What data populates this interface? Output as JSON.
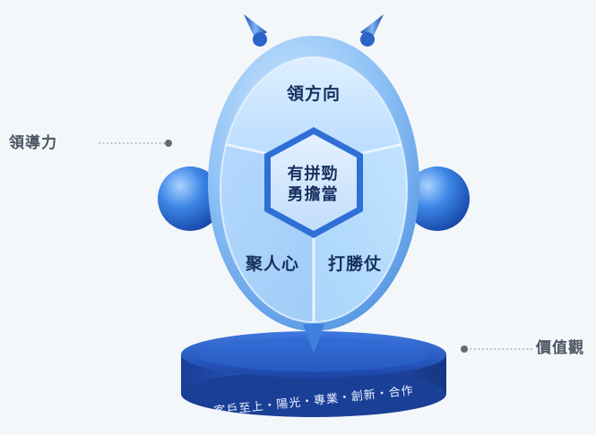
{
  "labels": {
    "left": "領導力",
    "right": "價值觀"
  },
  "segments": {
    "top": "領方向",
    "left": "聚人心",
    "right": "打勝仗"
  },
  "core": {
    "line1": "有拼勁",
    "line2": "勇擔當"
  },
  "base": {
    "values": "客戶至上・陽光・專業・創新・合作"
  },
  "colors": {
    "background": "#f4f7f9",
    "label_text": "#4b5563",
    "segment_text": "#17305f",
    "body_blue": "#6aa6ee",
    "base_blue": "#1f4fb8"
  }
}
